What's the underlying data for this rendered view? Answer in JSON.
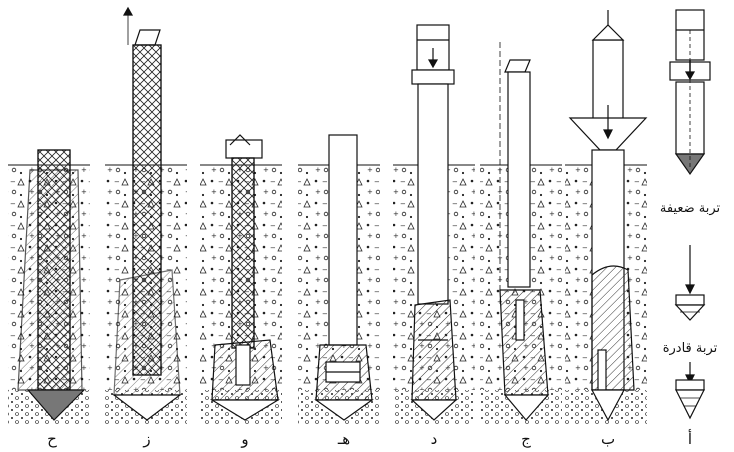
{
  "diagram": {
    "side_labels": {
      "weak_soil": "تربة ضعيفة",
      "strong_soil": "تربة قادرة"
    },
    "step_labels": [
      "أ",
      "ب",
      "ج",
      "د",
      "هـ",
      "و",
      "ز",
      "ح"
    ]
  },
  "colors": {
    "ink": "#111111",
    "hatch": "#333333",
    "shoe": "#777777"
  }
}
